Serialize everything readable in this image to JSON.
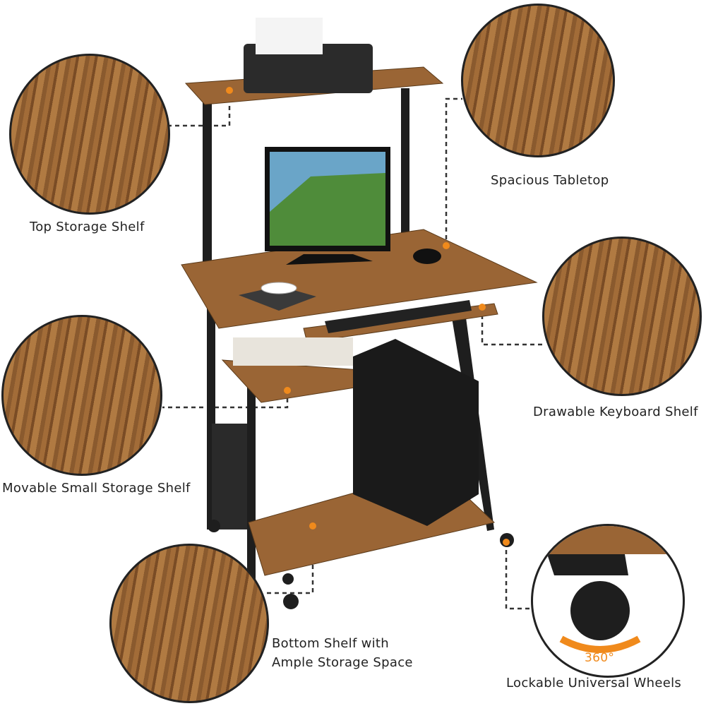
{
  "labels": {
    "top_storage_shelf": "Top Storage Shelf",
    "spacious_tabletop": "Spacious Tabletop",
    "keyboard_shelf": "Drawable Keyboard Shelf",
    "small_storage_shelf": "Movable Small Storage Shelf",
    "bottom_shelf_line1": "Bottom Shelf with",
    "bottom_shelf_line2": "Ample Storage Space",
    "wheels": "Lockable Universal Wheels",
    "rotation": "360°"
  },
  "colors": {
    "wood": "#9a6535",
    "frame": "#1e1e1e",
    "accent": "#f08a1c",
    "connector": "#333333"
  }
}
